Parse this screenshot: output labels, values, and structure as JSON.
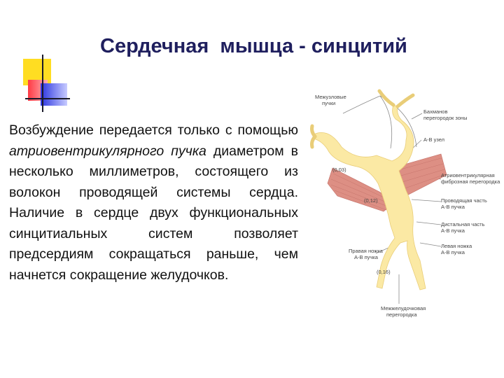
{
  "slide": {
    "title": "Сердечная  мышца - синцитий",
    "body": {
      "p1": "Возбуждение передается только с помощью ",
      "em1": "атриовентрикулярного пучка",
      "p2": " диаметром в несколько миллиметров, состоящего из волокон проводящей системы сердца. Наличие в сердце двух функциональных синцитиальных систем позволяет предсердиям сокращаться раньше, чем начнется сокращение желудочков."
    }
  },
  "diagram": {
    "labels": {
      "internodal_1": "Межузловые",
      "internodal_2": "пучки",
      "bachmann_1": "Бахманов",
      "bachmann_2": "перегородок зоны",
      "av_node": "А-В узел",
      "t003": "(0,03)",
      "t012": "(0,12)",
      "t016": "(0,16)",
      "fibrous_1": "Атриовентрикулярная",
      "fibrous_2": "фиброзная перегородка",
      "penetrating_1": "Проводящая часть",
      "penetrating_2": "А-В пучка",
      "distal_1": "Дистальная часть",
      "distal_2": "А-В пучка",
      "left_branch_1": "Левая ножка",
      "left_branch_2": "А-В пучка",
      "right_branch_1": "Правая ножка",
      "right_branch_2": "А-В пучка",
      "septum_1": "Межжелудочковая",
      "septum_2": "перегородка"
    },
    "colors": {
      "conduction": "#fbe9a4",
      "conduction_edge": "#e9cd78",
      "muscle": "#dd8f84",
      "muscle_stripe": "#c26e66",
      "leader": "#8a8a8a"
    }
  }
}
